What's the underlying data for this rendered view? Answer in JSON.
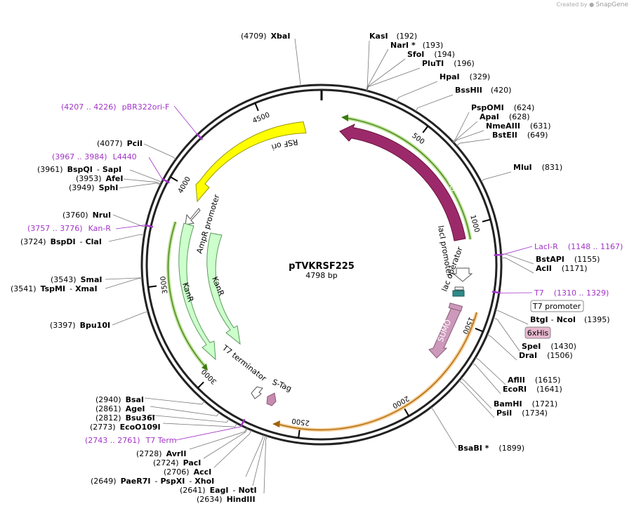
{
  "credit": {
    "created_by": "Created by",
    "brand": "SnapGene"
  },
  "plasmid": {
    "name": "pTVKRSF225",
    "length_label": "4798 bp",
    "length": 4798
  },
  "ticks": [
    {
      "label": "500",
      "pos": 500
    },
    {
      "label": "1000",
      "pos": 1000
    },
    {
      "label": "1500",
      "pos": 1500
    },
    {
      "label": "2000",
      "pos": 2000
    },
    {
      "label": "2500",
      "pos": 2500
    },
    {
      "label": "3000",
      "pos": 3000
    },
    {
      "label": "3500",
      "pos": 3500
    },
    {
      "label": "4000",
      "pos": 4000
    },
    {
      "label": "4500",
      "pos": 4500
    }
  ],
  "sites": [
    {
      "name": "XbaI",
      "pos_label": "(4709)",
      "pos": 4709
    },
    {
      "name": "KasI",
      "pos_label": "(192)",
      "pos": 192
    },
    {
      "name": "NarI *",
      "pos_label": "(193)",
      "pos": 193
    },
    {
      "name": "SfoI",
      "pos_label": "(194)",
      "pos": 194
    },
    {
      "name": "PluTI",
      "pos_label": "(196)",
      "pos": 196
    },
    {
      "name": "HpaI",
      "pos_label": "(329)",
      "pos": 329
    },
    {
      "name": "BssHII",
      "pos_label": "(420)",
      "pos": 420
    },
    {
      "name": "PspOMI",
      "pos_label": "(624)",
      "pos": 624
    },
    {
      "name": "ApaI",
      "pos_label": "(628)",
      "pos": 628
    },
    {
      "name": "NmeAIII",
      "pos_label": "(631)",
      "pos": 631
    },
    {
      "name": "BstEII",
      "pos_label": "(649)",
      "pos": 649
    },
    {
      "name": "MluI",
      "pos_label": "(831)",
      "pos": 831
    },
    {
      "name": "BstAPI",
      "pos_label": "(1155)",
      "pos": 1155
    },
    {
      "name": "AclI",
      "pos_label": "(1171)",
      "pos": 1171
    },
    {
      "name": "BtgI",
      "name2": "NcoI",
      "pos_label": "(1395)",
      "pos": 1395
    },
    {
      "name": "SpeI",
      "pos_label": "(1430)",
      "pos": 1430
    },
    {
      "name": "DraI",
      "pos_label": "(1506)",
      "pos": 1506
    },
    {
      "name": "AflII",
      "pos_label": "(1615)",
      "pos": 1615
    },
    {
      "name": "EcoRI",
      "pos_label": "(1641)",
      "pos": 1641
    },
    {
      "name": "BamHI",
      "pos_label": "(1721)",
      "pos": 1721
    },
    {
      "name": "PsiI",
      "pos_label": "(1734)",
      "pos": 1734
    },
    {
      "name": "BsaBI *",
      "pos_label": "(1899)",
      "pos": 1899
    },
    {
      "name": "HindIII",
      "pos_label": "(2634)",
      "pos": 2634
    },
    {
      "name": "EagI",
      "name2": "NotI",
      "pos_label": "(2641)",
      "pos": 2641
    },
    {
      "name": "PaeR7I",
      "name2": "PspXI",
      "name3": "XhoI",
      "pos_label": "(2649)",
      "pos": 2649
    },
    {
      "name": "AccI",
      "pos_label": "(2706)",
      "pos": 2706
    },
    {
      "name": "PacI",
      "pos_label": "(2724)",
      "pos": 2724
    },
    {
      "name": "AvrII",
      "pos_label": "(2728)",
      "pos": 2728
    },
    {
      "name": "EcoO109I",
      "pos_label": "(2773)",
      "pos": 2773
    },
    {
      "name": "Bsu36I",
      "pos_label": "(2812)",
      "pos": 2812
    },
    {
      "name": "AgeI",
      "pos_label": "(2861)",
      "pos": 2861
    },
    {
      "name": "BsaI",
      "pos_label": "(2940)",
      "pos": 2940
    },
    {
      "name": "Bpu10I",
      "pos_label": "(3397)",
      "pos": 3397
    },
    {
      "name": "TspMI",
      "name2": "XmaI",
      "pos_label": "(3541)",
      "pos": 3541
    },
    {
      "name": "SmaI",
      "pos_label": "(3543)",
      "pos": 3543
    },
    {
      "name": "BspDI",
      "name2": "ClaI",
      "pos_label": "(3724)",
      "pos": 3724
    },
    {
      "name": "NruI",
      "pos_label": "(3760)",
      "pos": 3760
    },
    {
      "name": "SphI",
      "pos_label": "(3949)",
      "pos": 3949
    },
    {
      "name": "AfeI",
      "pos_label": "(3953)",
      "pos": 3953
    },
    {
      "name": "BspQI",
      "name2": "SapI",
      "pos_label": "(3961)",
      "pos": 3961
    },
    {
      "name": "PciI",
      "pos_label": "(4077)",
      "pos": 4077
    }
  ],
  "primers": [
    {
      "name": "pBR322ori-F",
      "range_label": "(4207 .. 4226)",
      "start": 4207,
      "end": 4226
    },
    {
      "name": "L4440",
      "range_label": "(3967 .. 3984)",
      "start": 3967,
      "end": 3984
    },
    {
      "name": "Kan-R",
      "range_label": "(3757 .. 3776)",
      "start": 3757,
      "end": 3776
    },
    {
      "name": "LacI-R",
      "range_label": "(1148 .. 1167)",
      "start": 1148,
      "end": 1167
    },
    {
      "name": "T7",
      "range_label": "(1310 .. 1329)",
      "start": 1310,
      "end": 1329
    },
    {
      "name": "T7 Term",
      "range_label": "(2743 .. 2761)",
      "start": 2743,
      "end": 2761
    }
  ],
  "features": [
    {
      "name": "lacI",
      "color": "#9c2a6a"
    },
    {
      "name": "RSF ori",
      "color": "#ffff00"
    },
    {
      "name": "KanR",
      "color": "#ccffcc"
    },
    {
      "name": "KanR",
      "color": "#ccffcc"
    },
    {
      "name": "SUMO",
      "color": "#cc99bb"
    },
    {
      "name": "AmpR promoter",
      "color": "#ffffff"
    },
    {
      "name": "lacI promoter",
      "color": "#ffffff"
    },
    {
      "name": "T7 terminator",
      "color": "#ffffff"
    },
    {
      "name": "S-Tag",
      "color": "#c78ab0"
    },
    {
      "name": "lac operator",
      "color": "#ffffff"
    },
    {
      "name": "T7 promoter",
      "color": "#2f8a8a"
    },
    {
      "name": "6xHis",
      "color": "#e8b8d0"
    }
  ],
  "colors": {
    "primer": "#a234c7",
    "outline_green": "#86c840",
    "outline_orange": "#f0a640"
  }
}
